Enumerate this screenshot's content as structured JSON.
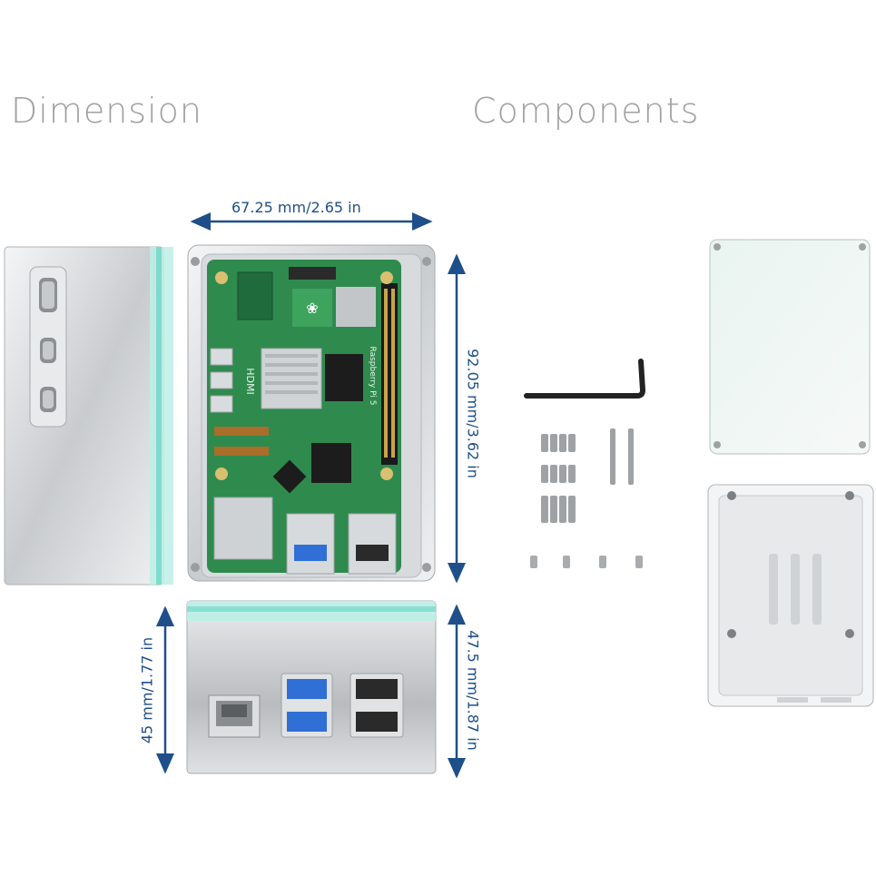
{
  "headings": {
    "dimension": "Dimension",
    "components": "Components"
  },
  "dimensions": {
    "width": "67.25 mm/2.65 in",
    "length": "92.05 mm/3.62 in",
    "height_left": "45 mm/1.77 in",
    "height_right": "47.5 mm/1.87 in"
  },
  "board_print": {
    "hdmi": "HDMI",
    "model": "Raspberry Pi 5"
  },
  "colors": {
    "dimension_line": "#1e4f8a",
    "heading_text": "#a0a0a0",
    "case_metal": "#c8cbcd",
    "board_green": "#2f8a4e",
    "accent_teal": "#4fd1c0",
    "usb_blue": "#2f6fd6"
  }
}
